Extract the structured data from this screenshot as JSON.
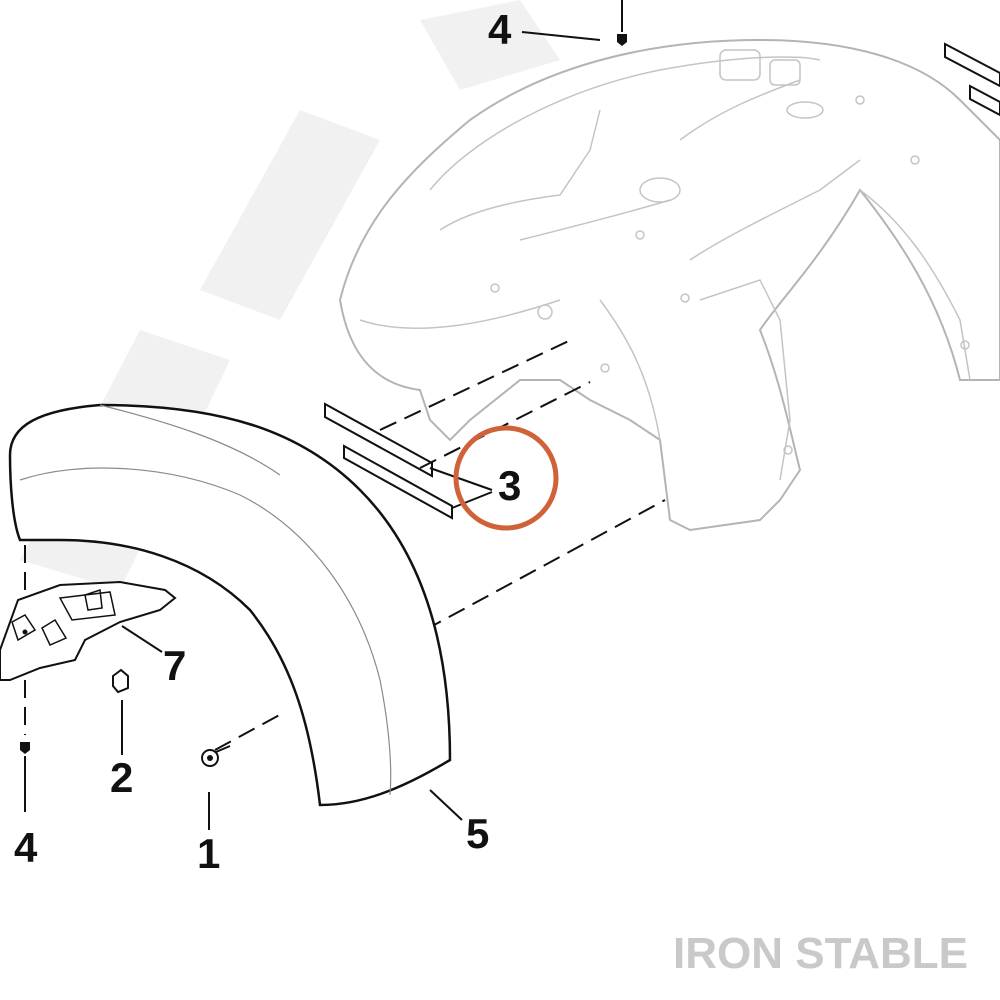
{
  "callouts": [
    {
      "id": "4-top",
      "label": "4"
    },
    {
      "id": "3",
      "label": "3"
    },
    {
      "id": "7",
      "label": "7"
    },
    {
      "id": "2",
      "label": "2"
    },
    {
      "id": "1",
      "label": "1"
    },
    {
      "id": "5",
      "label": "5"
    },
    {
      "id": "4-bottom",
      "label": "4"
    }
  ],
  "highlight": {
    "callout": "3",
    "color": "#d0623a"
  },
  "brand": {
    "text": "IRON STABLE",
    "color": "#c9c9c9"
  }
}
